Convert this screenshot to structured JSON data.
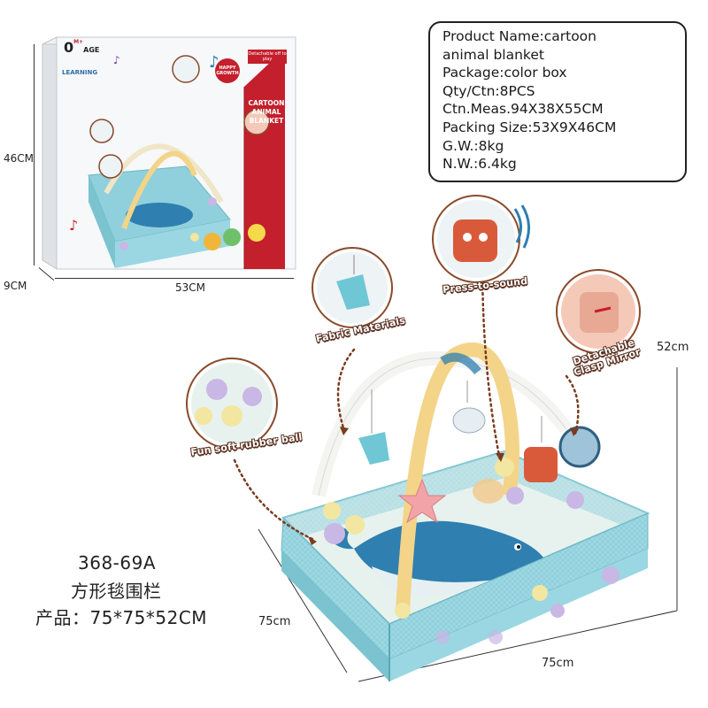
{
  "info": {
    "lines": [
      "Product Name:cartoon",
      "animal blanket",
      "Package:color box",
      "Qty/Ctn:8PCS",
      "Ctn.Meas.94X38X55CM",
      "Packing Size:53X9X46CM",
      "G.W.:8kg",
      "N.W.:6.4kg"
    ]
  },
  "package": {
    "height_label": "46CM",
    "depth_label": "9CM",
    "width_label": "53CM",
    "brand_age": "0",
    "brand_age_suffix": "M+",
    "brand_age_word": "AGE",
    "learning": "LEARNING",
    "detachable": "Detachable off to play",
    "happy_growth": "HAPPY GROWTH",
    "title_lines": [
      "CARTOON",
      "ANIMAL",
      "BLANKET"
    ]
  },
  "product": {
    "height_label": "52cm",
    "width_label": "75cm",
    "depth_label": "75cm",
    "callouts": {
      "fabric": "Fabric Materials",
      "press": "Press-to-sound",
      "mirror_line1": "Detachable",
      "mirror_line2": "Clasp Mirror",
      "ball": "Fun soft rubber ball"
    }
  },
  "model": {
    "code": "368-69A",
    "name_cn": "方形毯围栏",
    "size": "产品：75*75*52CM"
  },
  "colors": {
    "mat_blue": "#8fd0dc",
    "whale_blue": "#2f7fb0",
    "arch_yellow": "#f3d488",
    "box_red": "#c41f2c",
    "callout_border": "#8a4a2a"
  }
}
